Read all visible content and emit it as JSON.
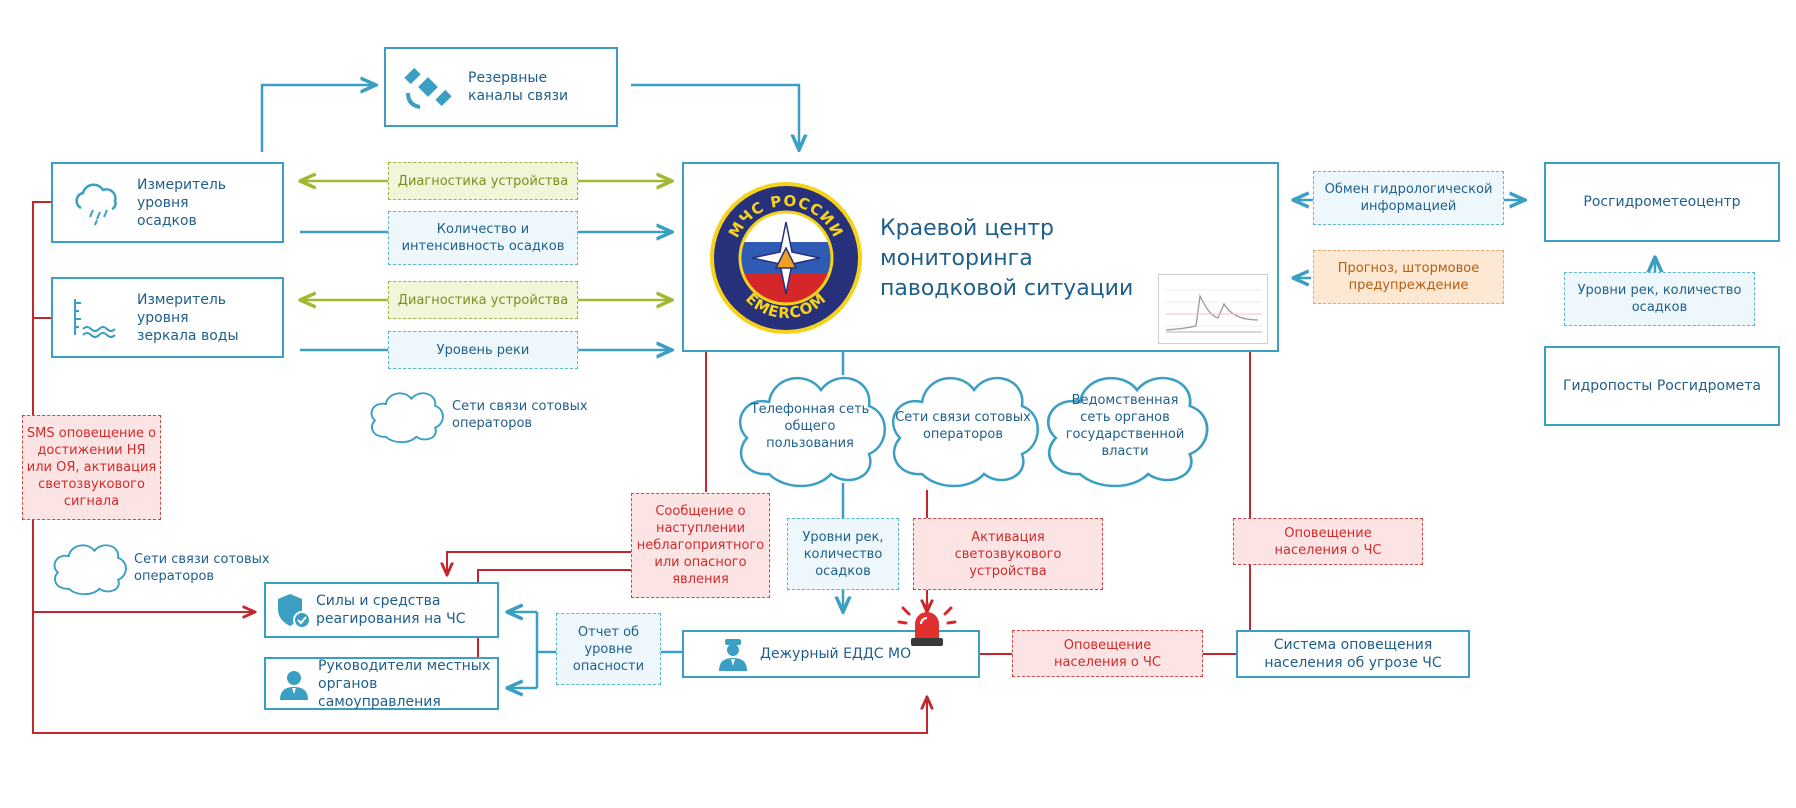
{
  "colors": {
    "blue_line": "#3a9fc2",
    "red_line": "#c4262e",
    "green_line": "#a3b832",
    "text_blue": "#1f5f8b",
    "text_red": "#d02b2b"
  },
  "nodes": {
    "backup_channels": "Резервные\nканалы связи",
    "rain_meter": "Измеритель уровня\nосадков",
    "water_meter": "Измеритель уровня\nзеркала воды",
    "center": "Краевой центр\nмониторинга\nпаводковой ситуации",
    "roshydromet_center": "Росгидрометеоцентр",
    "hydroposts": "Гидропосты Росгидромета",
    "forces": "Силы и средства\nреагирования на ЧС",
    "local_heads": "Руководители местных\nорганов самоуправления",
    "edds": "Дежурный ЕДДС МО",
    "warning_system": "Система оповещения\nнаселения об угрозе ЧС"
  },
  "logo": {
    "top_text": "МЧС РОССИИ",
    "bottom_text": "EMERCOM"
  },
  "labels": {
    "diag1": "Диагностика устройства",
    "rain_amount": "Количество и\nинтенсивность осадков",
    "diag2": "Диагностика устройства",
    "river_level": "Уровень реки",
    "hydro_exchange": "Обмен гидрологической\nинформацией",
    "forecast": "Прогноз, штормовое\nпредупреждение",
    "levels_right": "Уровни рек, количество\nосадков",
    "sms": "SMS оповещение о\nдостижении НЯ\nили ОЯ, активация\nсветозвукового\nсигнала",
    "message": "Сообщение о\nнаступлении\nнеблагоприятного\nили опасного\nявления",
    "levels_mid": "Уровни рек,\nколичество\nосадков",
    "activation": "Активация\nсветозвукового\nустройства",
    "notify_top": "Оповещение\nнаселения о ЧС",
    "notify_bottom": "Оповещение\nнаселения о ЧС",
    "report": "Отчет об\nуровне\nопасности"
  },
  "clouds": {
    "phone": "Телефонная сеть\nобщего\nпользования",
    "cellular_center": "Сети связи сотовых\nоператоров",
    "gov": "Ведомственная\nсеть органов\nгосударственной\nвласти",
    "cellular_1": "Сети связи сотовых\nоператоров",
    "cellular_2": "Сети связи сотовых\nоператоров"
  },
  "icons": {
    "backup_channels": "satellite-icon",
    "rain_meter": "rain-cloud-icon",
    "water_meter": "water-level-icon",
    "forces": "shield-check-icon",
    "local_heads": "person-icon",
    "edds": "operator-icon",
    "siren": "siren-icon"
  }
}
